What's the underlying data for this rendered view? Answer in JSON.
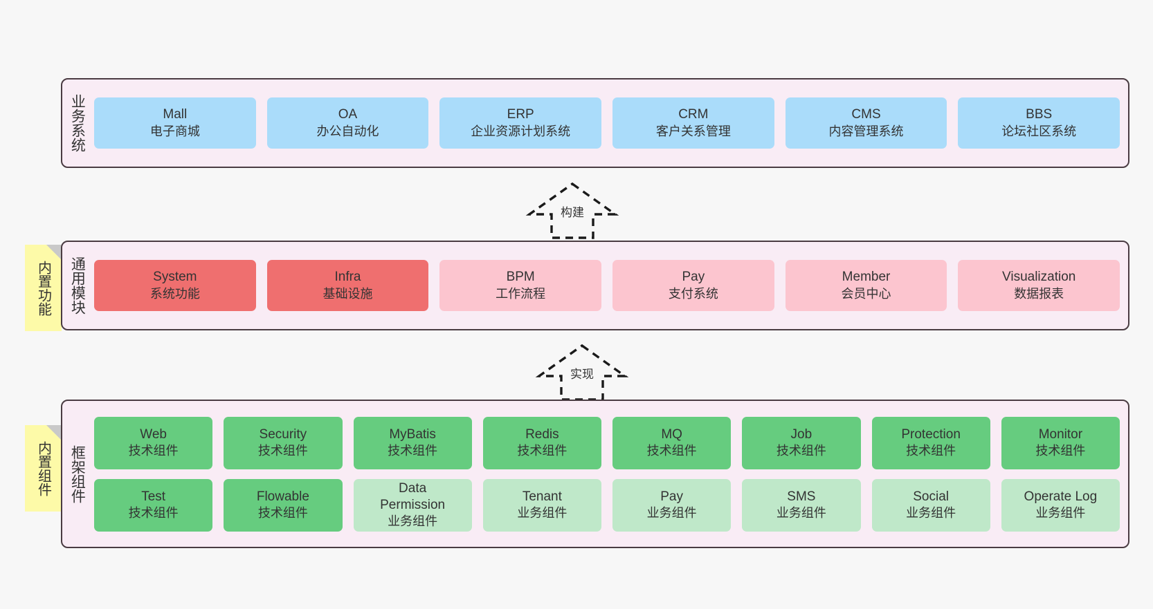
{
  "diagram": {
    "title": "",
    "background_color": "#f7f7f7",
    "layer_bg_color": "#f9ecf5",
    "layer_border_color": "#4a3b42",
    "note_color": "#fdfaa8"
  },
  "layers": [
    {
      "caption": "业务系统",
      "rows": [
        {
          "cards": [
            {
              "en": "Mall",
              "cn": "电子商城",
              "style": "blue"
            },
            {
              "en": "OA",
              "cn": "办公自动化",
              "style": "blue"
            },
            {
              "en": "ERP",
              "cn": "企业资源计划系统",
              "style": "blue"
            },
            {
              "en": "CRM",
              "cn": "客户关系管理",
              "style": "blue"
            },
            {
              "en": "CMS",
              "cn": "内容管理系统",
              "style": "blue"
            },
            {
              "en": "BBS",
              "cn": "论坛社区系统",
              "style": "blue"
            }
          ]
        }
      ]
    },
    {
      "caption": "通用模块",
      "note": "内置功能",
      "rows": [
        {
          "cards": [
            {
              "en": "System",
              "cn": "系统功能",
              "style": "red"
            },
            {
              "en": "Infra",
              "cn": "基础设施",
              "style": "red"
            },
            {
              "en": "BPM",
              "cn": "工作流程",
              "style": "pink"
            },
            {
              "en": "Pay",
              "cn": "支付系统",
              "style": "pink"
            },
            {
              "en": "Member",
              "cn": "会员中心",
              "style": "pink"
            },
            {
              "en": "Visualization",
              "cn": "数据报表",
              "style": "pink"
            }
          ]
        }
      ]
    },
    {
      "caption": "框架组件",
      "note": "内置组件",
      "rows": [
        {
          "cards": [
            {
              "en": "Web",
              "cn": "技术组件",
              "style": "green"
            },
            {
              "en": "Security",
              "cn": "技术组件",
              "style": "green"
            },
            {
              "en": "MyBatis",
              "cn": "技术组件",
              "style": "green"
            },
            {
              "en": "Redis",
              "cn": "技术组件",
              "style": "green"
            },
            {
              "en": "MQ",
              "cn": "技术组件",
              "style": "green"
            },
            {
              "en": "Job",
              "cn": "技术组件",
              "style": "green"
            },
            {
              "en": "Protection",
              "cn": "技术组件",
              "style": "green"
            },
            {
              "en": "Monitor",
              "cn": "技术组件",
              "style": "green"
            }
          ]
        },
        {
          "cards": [
            {
              "en": "Test",
              "cn": "技术组件",
              "style": "green"
            },
            {
              "en": "Flowable",
              "cn": "技术组件",
              "style": "green"
            },
            {
              "en": "Data Permission",
              "cn": "业务组件",
              "style": "lightgreen"
            },
            {
              "en": "Tenant",
              "cn": "业务组件",
              "style": "lightgreen"
            },
            {
              "en": "Pay",
              "cn": "业务组件",
              "style": "lightgreen"
            },
            {
              "en": "SMS",
              "cn": "业务组件",
              "style": "lightgreen"
            },
            {
              "en": "Social",
              "cn": "业务组件",
              "style": "lightgreen"
            },
            {
              "en": "Operate Log",
              "cn": "业务组件",
              "style": "lightgreen"
            }
          ]
        }
      ]
    }
  ],
  "connectors": [
    {
      "label": "构建",
      "direction": "up"
    },
    {
      "label": "实现",
      "direction": "up"
    }
  ]
}
